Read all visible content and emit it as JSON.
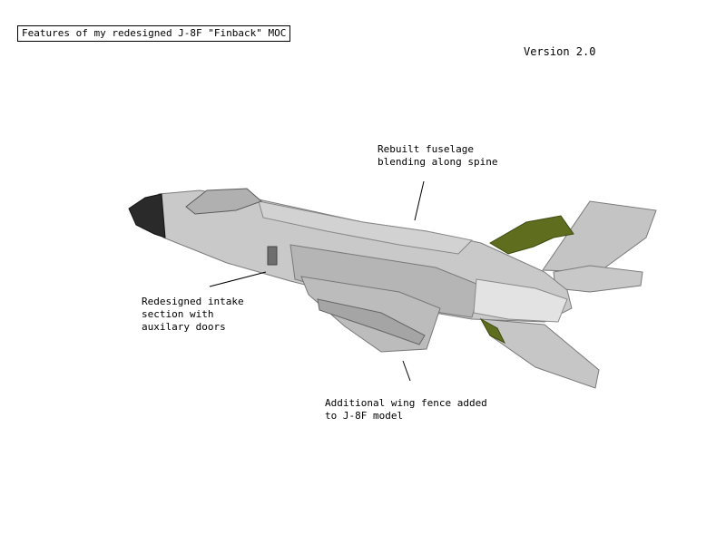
{
  "title": "Features of my redesigned J-8F \"Finback\" MOC",
  "version": "Version 2.0",
  "callouts": {
    "fuselage": {
      "lines": [
        "Rebuilt fuselage",
        "blending along spine"
      ]
    },
    "intake": {
      "lines": [
        "Redesigned intake",
        "section with",
        "auxilary doors"
      ]
    },
    "wing_fence": {
      "lines": [
        "Additional wing fence added",
        "to J-8F model"
      ]
    }
  },
  "colors": {
    "body": "#c2c2c2",
    "body_dark": "#8f8f8f",
    "nose": "#2a2a2a",
    "camo": "#5e6e1e",
    "light_panel": "#e2e2e2"
  }
}
